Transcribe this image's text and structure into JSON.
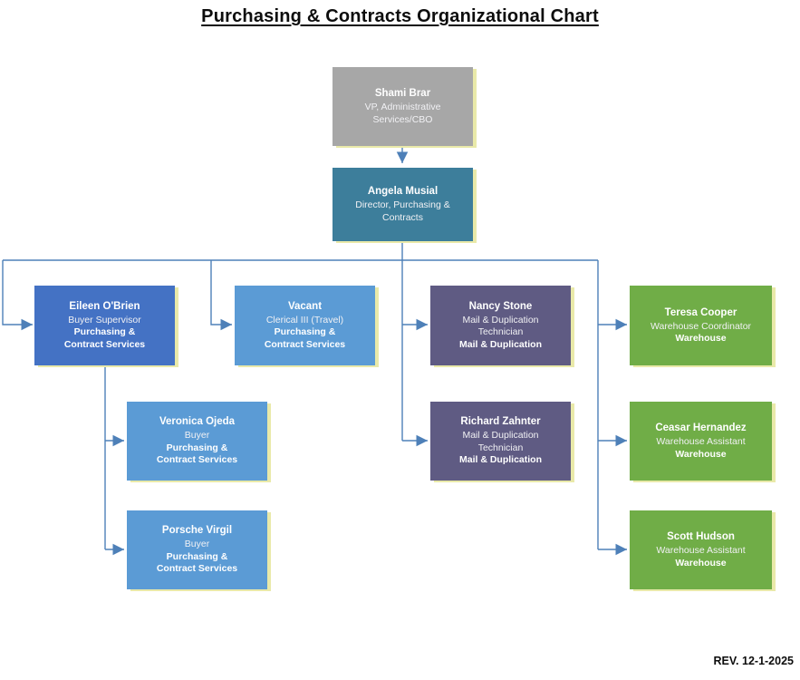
{
  "title": "Purchasing & Contracts Organizational Chart",
  "revision": "REV. 12-1-2025",
  "colors": {
    "connector": "#4e80b8",
    "shadow": "#e9e9a9",
    "background": "#ffffff",
    "title_text": "#0d0d0d"
  },
  "nodes": [
    {
      "id": "shami-brar",
      "name": "Shami Brar",
      "role": "VP, Administrative Services/CBO",
      "dept": "",
      "color": "#a7a7a7"
    },
    {
      "id": "angela-musial",
      "name": "Angela Musial",
      "role": "Director, Purchasing & Contracts",
      "dept": "",
      "color": "#3d7e9b"
    },
    {
      "id": "eileen-obrien",
      "name": "Eileen O'Brien",
      "role": "Buyer Supervisor",
      "dept": "Purchasing & Contract Services",
      "color": "#4472c4"
    },
    {
      "id": "vacant",
      "name": "Vacant",
      "role": "Clerical III (Travel)",
      "dept": "Purchasing & Contract Services",
      "color": "#5b9bd5"
    },
    {
      "id": "nancy-stone",
      "name": "Nancy Stone",
      "role": "Mail & Duplication Technician",
      "dept": "Mail & Duplication",
      "color": "#5f5b83"
    },
    {
      "id": "teresa-cooper",
      "name": "Teresa Cooper",
      "role": "Warehouse Coordinator",
      "dept": "Warehouse",
      "color": "#70ad47"
    },
    {
      "id": "veronica-ojeda",
      "name": "Veronica Ojeda",
      "role": "Buyer",
      "dept": "Purchasing & Contract Services",
      "color": "#5b9bd5"
    },
    {
      "id": "richard-zahnter",
      "name": "Richard Zahnter",
      "role": "Mail & Duplication Technician",
      "dept": "Mail & Duplication",
      "color": "#5f5b83"
    },
    {
      "id": "ceasar-hernandez",
      "name": "Ceasar Hernandez",
      "role": "Warehouse Assistant",
      "dept": "Warehouse",
      "color": "#70ad47"
    },
    {
      "id": "porsche-virgil",
      "name": "Porsche Virgil",
      "role": "Buyer",
      "dept": "Purchasing & Contract Services",
      "color": "#5b9bd5"
    },
    {
      "id": "scott-hudson",
      "name": "Scott Hudson",
      "role": "Warehouse Assistant",
      "dept": "Warehouse",
      "color": "#70ad47"
    }
  ]
}
